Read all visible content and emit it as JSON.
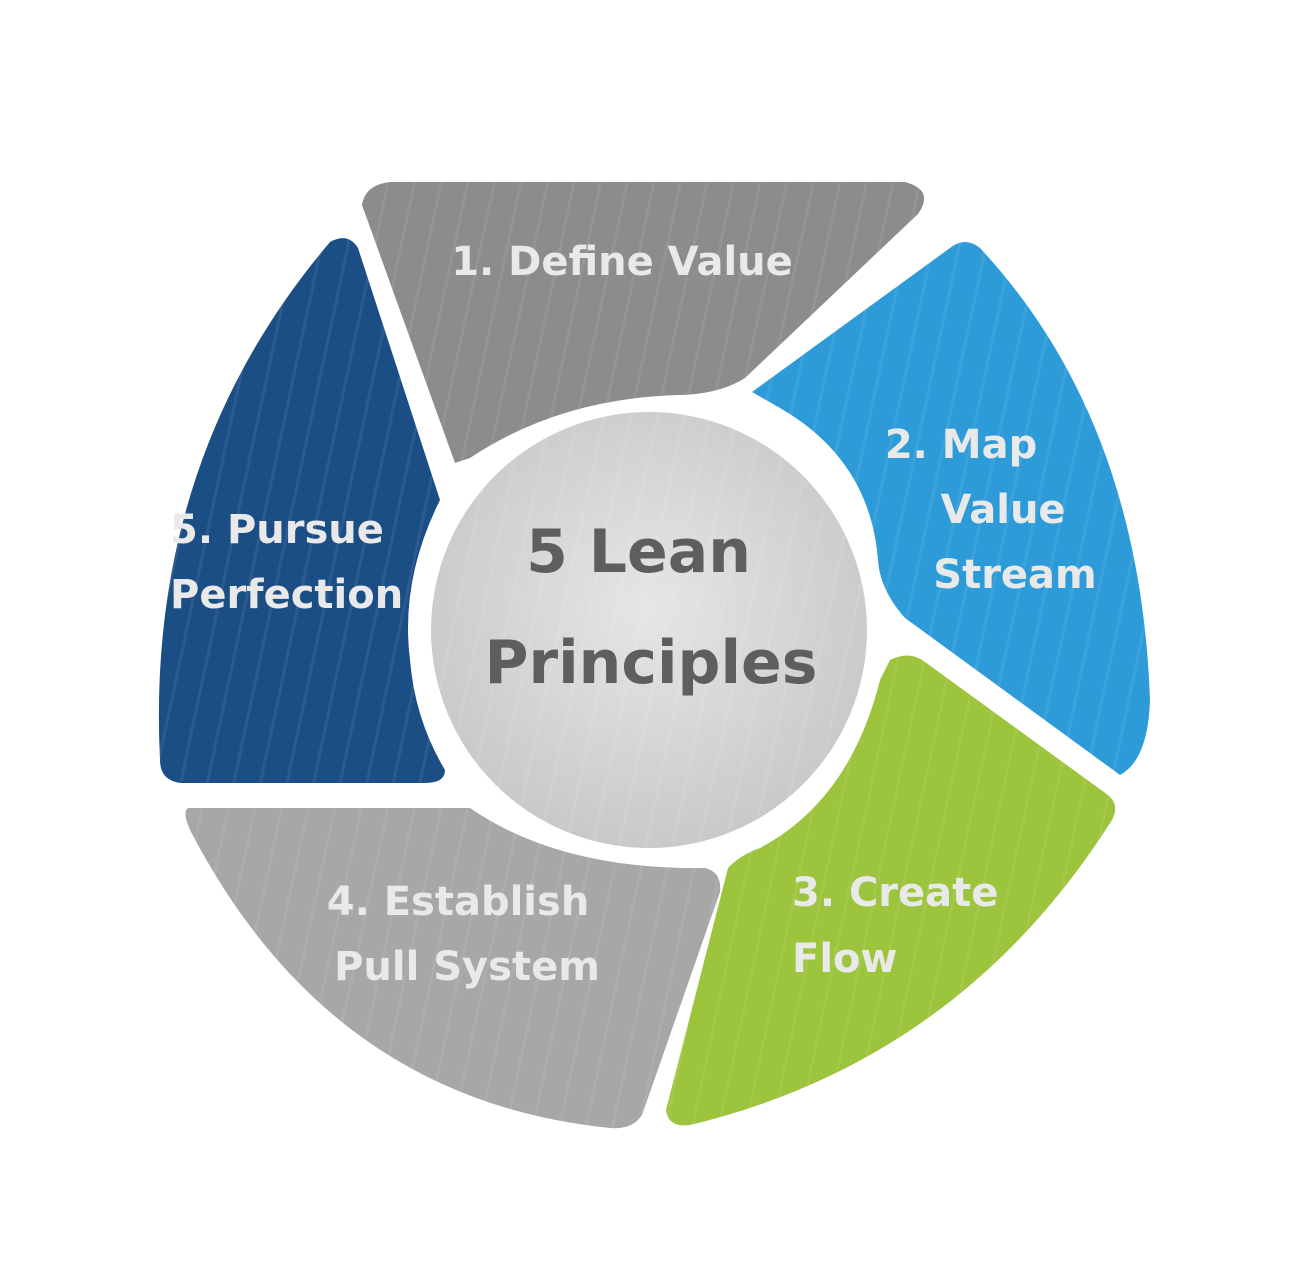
{
  "center": {
    "line1": "5 Lean",
    "line2": "Principles"
  },
  "segments": [
    {
      "label_lines": [
        "1. Define Value"
      ],
      "color": "#8c8c8c"
    },
    {
      "label_lines": [
        "2. Map",
        "Value",
        "Stream"
      ],
      "color": "#2e9bd9"
    },
    {
      "label_lines": [
        "3. Create",
        "Flow"
      ],
      "color": "#9cc43c"
    },
    {
      "label_lines": [
        "4. Establish",
        "Pull System"
      ],
      "color": "#a7a7a7"
    },
    {
      "label_lines": [
        "5. Pursue",
        "Perfection"
      ],
      "color": "#1c4e86"
    }
  ],
  "center_color": "#d6d6d6"
}
